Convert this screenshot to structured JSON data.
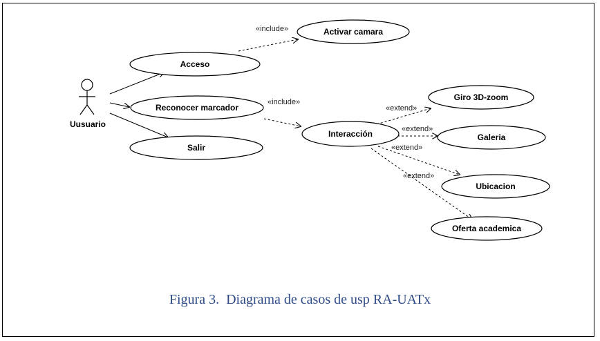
{
  "actor": {
    "label": "Uusuario"
  },
  "use_cases": {
    "activar_camara": "Activar camara",
    "acceso": "Acceso",
    "reconocer_marcador": "Reconocer marcador",
    "salir": "Salir",
    "interaccion": "Interacción",
    "giro_3d_zoom": "Giro 3D-zoom",
    "galeria": "Galeria",
    "ubicacion": "Ubicacion",
    "oferta_academica": "Oferta academica"
  },
  "stereotypes": {
    "include_1": "«include»",
    "include_2": "«include»",
    "extend_1": "«extend»",
    "extend_2": "«extend»",
    "extend_3": "«extend»",
    "extend_4": "«extend»"
  },
  "caption": "Figura 3.  Diagrama de casos de usp RA-UATx",
  "colors": {
    "caption": "#2e4a86",
    "border": "#000000"
  }
}
